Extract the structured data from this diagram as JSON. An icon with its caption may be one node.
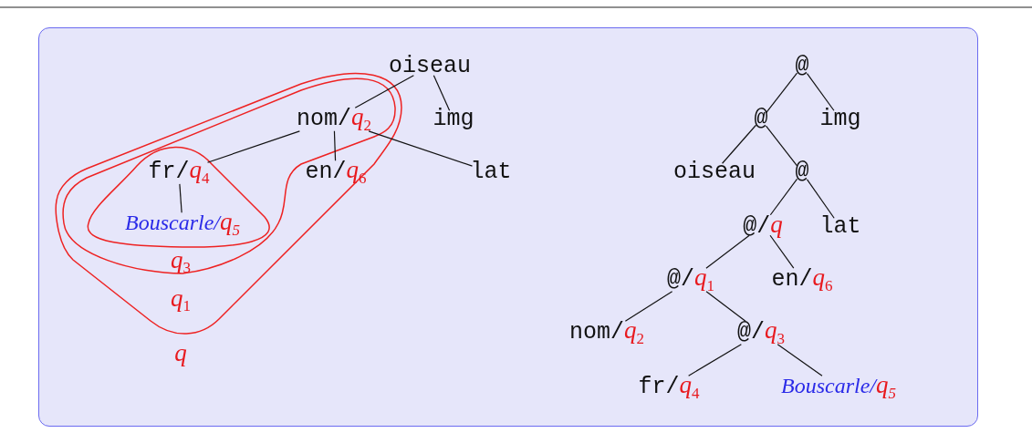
{
  "diagram": {
    "nodes": [
      {
        "text": [],
        "shape": "box"
      },
      {
        "text": [
          "oiseau"
        ],
        "in": 0
      },
      {
        "text": [
          "nom/*q*$_{2}$"
        ],
        "in": 0
      },
      {
        "text": [
          "img"
        ],
        "in": 0
      },
      {
        "text": [
          "fr/*q*$_{4}$"
        ],
        "in": 0
      },
      {
        "text": [
          "en/*q*$_{6}$"
        ],
        "in": 0
      },
      {
        "text": [
          "lat"
        ],
        "in": 0
      },
      {
        "text": [
          "Bouscarle/*q*$_{5}$"
        ],
        "in": 0
      },
      {
        "text": [
          "@"
        ],
        "in": 0
      },
      {
        "text": [
          "@"
        ],
        "in": 0
      },
      {
        "text": [
          "img"
        ],
        "in": 0
      },
      {
        "text": [
          "oiseau"
        ],
        "in": 0
      },
      {
        "text": [
          "@"
        ],
        "in": 0
      },
      {
        "text": [
          "@/*q*"
        ],
        "in": 0
      },
      {
        "text": [
          "lat"
        ],
        "in": 0
      },
      {
        "text": [
          "@/*q*$_{1}$"
        ],
        "in": 0
      },
      {
        "text": [
          "en/*q*$_{6}$"
        ],
        "in": 0
      },
      {
        "text": [
          "nom/*q*$_{2}$"
        ],
        "in": 0
      },
      {
        "text": [
          "@/*q*$_{3}$"
        ],
        "in": 0
      },
      {
        "text": [
          "fr/*q*$_{4}$"
        ],
        "in": 0
      },
      {
        "text": [
          "Bouscarle/*q*$_{5}$"
        ],
        "in": 0
      }
    ],
    "edges": [
      {
        "from": 1,
        "to": 2,
        "arrow": "none"
      },
      {
        "from": 1,
        "to": 3,
        "arrow": "none"
      },
      {
        "from": 2,
        "to": 6,
        "arrow": "none"
      },
      {
        "from": 2,
        "to": 4,
        "arrow": "none"
      },
      {
        "from": 2,
        "to": 5,
        "arrow": "none"
      },
      {
        "from": 4,
        "to": 7,
        "arrow": "none"
      },
      {
        "from": 8,
        "to": 9,
        "arrow": "none"
      },
      {
        "from": 8,
        "to": 10,
        "arrow": "none"
      },
      {
        "from": 9,
        "to": 11,
        "arrow": "none"
      },
      {
        "from": 9,
        "to": 12,
        "arrow": "none"
      },
      {
        "from": 12,
        "to": 13,
        "arrow": "none"
      },
      {
        "from": 12,
        "to": 14,
        "arrow": "none"
      },
      {
        "from": 13,
        "to": 15,
        "arrow": "none"
      },
      {
        "from": 13,
        "to": 16,
        "arrow": "none"
      },
      {
        "from": 15,
        "to": 17,
        "arrow": "none"
      },
      {
        "from": 15,
        "to": 18,
        "arrow": "none"
      },
      {
        "from": 18,
        "to": 19,
        "arrow": "none"
      },
      {
        "from": 18,
        "to": 20,
        "arrow": "none"
      }
    ],
    "labels": [
      "*q*$_{3}$",
      "*q*$_{1}$",
      "*q*"
    ]
  }
}
